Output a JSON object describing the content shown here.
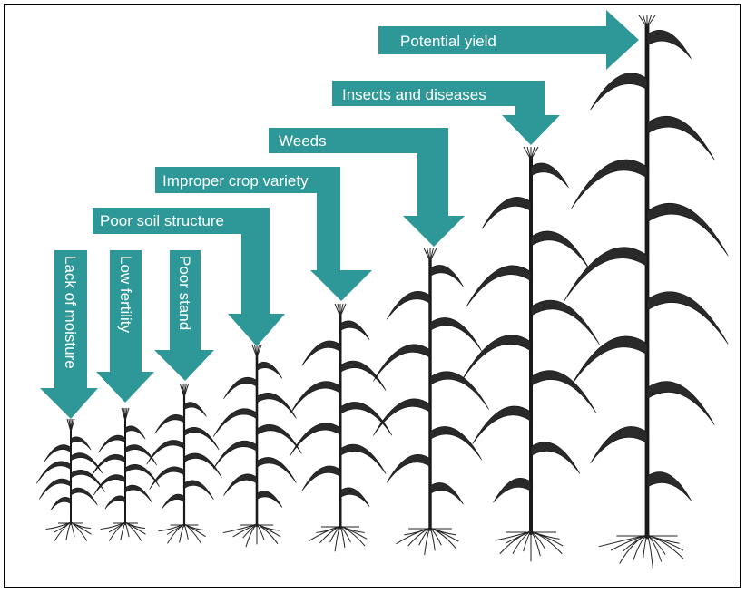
{
  "colors": {
    "arrow": "#2e9797",
    "label_text": "#ffffff",
    "plant": "#1a1a1a"
  },
  "factors": [
    {
      "label": "Lack of moisture",
      "orientation": "vertical"
    },
    {
      "label": "Low fertility",
      "orientation": "vertical"
    },
    {
      "label": "Poor stand",
      "orientation": "vertical"
    },
    {
      "label": "Poor soil structure",
      "orientation": "horizontal"
    },
    {
      "label": "Improper crop variety",
      "orientation": "horizontal"
    },
    {
      "label": "Weeds",
      "orientation": "horizontal"
    },
    {
      "label": "Insects and diseases",
      "orientation": "horizontal"
    },
    {
      "label": "Potential yield",
      "orientation": "horizontal-right"
    }
  ],
  "plant_count": 8
}
